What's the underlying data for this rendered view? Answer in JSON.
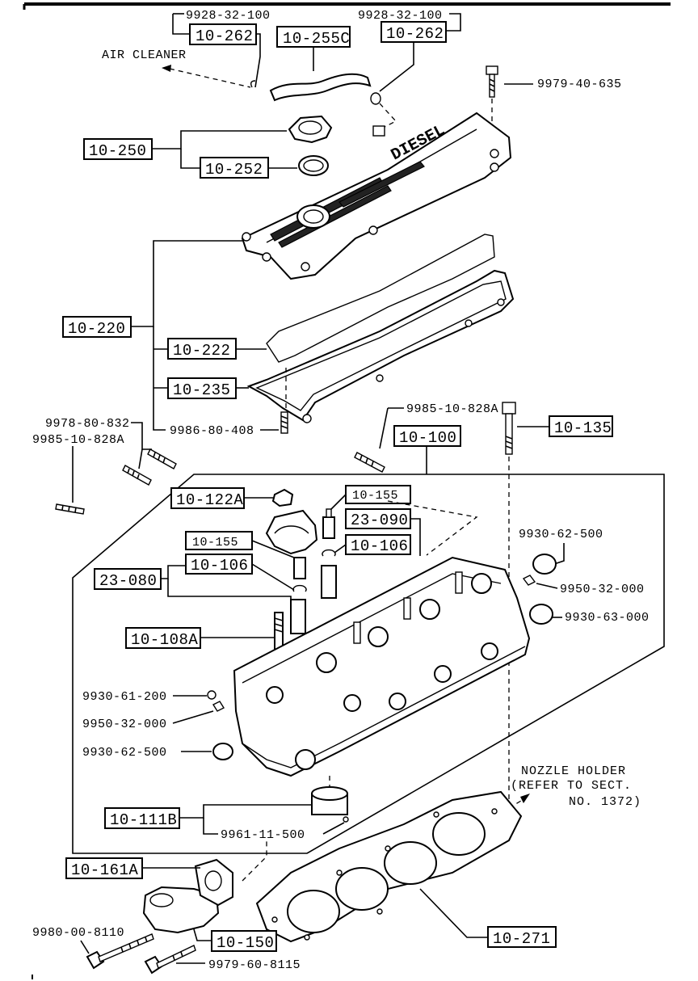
{
  "callouts": {
    "hose_clip_left": "9928-32-100",
    "hose_clip_right": "9928-32-100",
    "clip_left": "10-262",
    "clip_right": "10-262",
    "breather_hose": "10-255C",
    "air_cleaner": "AIR CLEANER",
    "cover_bolt": "9979-40-635",
    "oil_cap_assy": "10-250",
    "oil_cap_gasket": "10-252",
    "cover_assy": "10-220",
    "cover_seal": "10-222",
    "cover_gasket": "10-235",
    "stud_a": "9978-80-832",
    "stud_b": "9985-10-828A",
    "cover_stud_bolt": "9986-80-408",
    "head_stud": "9985-10-828A",
    "head_bolt": "10-135",
    "cylinder_head": "10-100",
    "cap_nut": "10-122A",
    "valve_seal_right": "10-155",
    "spring_seat_right": "23-090",
    "keeper_right": "10-106",
    "valve_seal_left": "10-155",
    "keeper_left": "10-106",
    "spring_seat_left": "23-080",
    "plug_right_top": "9930-62-500",
    "plug_right_small": "9950-32-000",
    "plug_right_bottom": "9930-63-000",
    "valve_guide": "10-108A",
    "plug_left_small_a": "9930-61-200",
    "plug_left_small_b": "9950-32-000",
    "plug_left_large": "9930-62-500",
    "combustion_chamber": "10-111B",
    "chamber_pin": "9961-11-500",
    "nozzle_note_1": "NOZZLE HOLDER",
    "nozzle_note_2": "(REFER TO SECT.",
    "nozzle_note_3": "NO. 1372)",
    "water_outlet": "10-161A",
    "outlet_bolt": "9980-00-8110",
    "outlet_gasket": "10-150",
    "outlet_bolt_b": "9979-60-8115",
    "head_gasket": "10-271"
  }
}
